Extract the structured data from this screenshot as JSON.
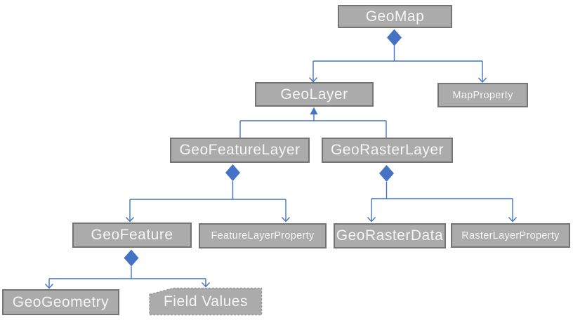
{
  "diagram": {
    "type": "class-hierarchy",
    "colors": {
      "node_fill": "#ababab",
      "node_border": "#757575",
      "node_text": "#f5f5f5",
      "connector_blue": "#4472c4",
      "dashed_shape_border": "#999999",
      "background": "#ffffff"
    },
    "nodes": {
      "geomap": {
        "label": "GeoMap",
        "shape": "rect"
      },
      "geolayer": {
        "label": "GeoLayer",
        "shape": "rect"
      },
      "mapproperty": {
        "label": "MapProperty",
        "shape": "rect"
      },
      "geofeaturelayer": {
        "label": "GeoFeatureLayer",
        "shape": "rect"
      },
      "georasterlayer": {
        "label": "GeoRasterLayer",
        "shape": "rect"
      },
      "geofeature": {
        "label": "GeoFeature",
        "shape": "rect"
      },
      "featurelayerproperty": {
        "label": "FeatureLayerProperty",
        "shape": "rect"
      },
      "georasterdata": {
        "label": "GeoRasterData",
        "shape": "rect"
      },
      "rasterlayerproperty": {
        "label": "RasterLayerProperty",
        "shape": "rect"
      },
      "geogeometry": {
        "label": "GeoGeometry",
        "shape": "rect"
      },
      "fieldvalues": {
        "label": "Field Values",
        "shape": "snip-corner-dashed"
      }
    },
    "edges": [
      {
        "from": "GeoMap",
        "to": [
          "GeoLayer",
          "MapProperty"
        ],
        "type": "composition"
      },
      {
        "from": "GeoLayer",
        "to": [
          "GeoFeatureLayer",
          "GeoRasterLayer"
        ],
        "type": "inheritance"
      },
      {
        "from": "GeoFeatureLayer",
        "to": [
          "GeoFeature",
          "FeatureLayerProperty"
        ],
        "type": "composition"
      },
      {
        "from": "GeoRasterLayer",
        "to": [
          "GeoRasterData",
          "RasterLayerProperty"
        ],
        "type": "composition"
      },
      {
        "from": "GeoFeature",
        "to": [
          "GeoGeometry",
          "Field Values"
        ],
        "type": "composition"
      }
    ]
  }
}
